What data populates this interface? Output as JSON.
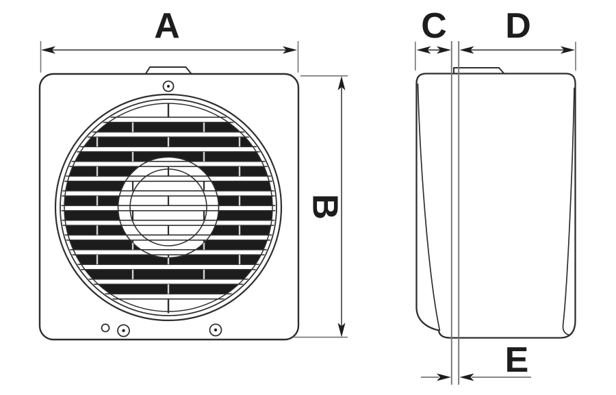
{
  "labels": {
    "a": "A",
    "b": "B",
    "c": "C",
    "d": "D",
    "e": "E"
  },
  "views": {
    "front": {
      "width_dimension_label": "A",
      "height_dimension_label": "B"
    },
    "side": {
      "plate_depth_dimension_label": "C",
      "body_depth_dimension_label": "D",
      "rear_gap_dimension_label": "E"
    }
  },
  "colors": {
    "background": "#ffffff",
    "outline": "#2e2e2e",
    "dark_fill": "#1c1c1c",
    "dimension_line": "#4a4a4a",
    "extension_line": "#757575",
    "label": "#1d1d1d",
    "grille_tick_light": "#d4d4d4"
  }
}
